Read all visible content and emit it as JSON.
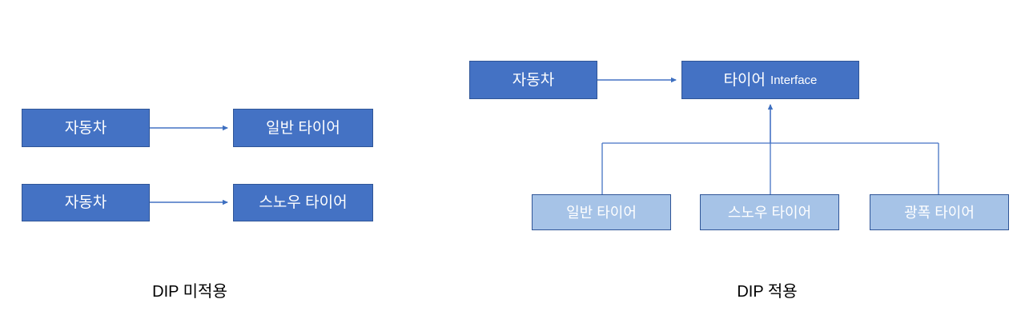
{
  "diagram": {
    "title": "DIP comparison diagram",
    "colors": {
      "box_dark_fill": "#4472C4",
      "box_light_fill": "#A6C3E7",
      "box_border": "#2F5597",
      "connector": "#4472C4",
      "caption_text": "#000000",
      "box_text": "#FFFFFF",
      "background": "#FFFFFF"
    },
    "left_panel": {
      "caption": "DIP 미적용",
      "rows": [
        {
          "source": "자동차",
          "target": "일반 타이어",
          "relation": "arrow"
        },
        {
          "source": "자동차",
          "target": "스노우 타이어",
          "relation": "arrow"
        }
      ]
    },
    "right_panel": {
      "caption": "DIP 적용",
      "client": "자동차",
      "interface": {
        "name": "타이어",
        "stereotype": "Interface"
      },
      "implementations": [
        "일반 타이어",
        "스노우 타이어",
        "광폭 타이어"
      ],
      "relations": [
        {
          "from": "자동차",
          "to": "타이어 Interface",
          "type": "dependency-arrow"
        },
        {
          "from": "일반 타이어",
          "to": "타이어 Interface",
          "type": "realization-bus"
        },
        {
          "from": "스노우 타이어",
          "to": "타이어 Interface",
          "type": "realization-bus"
        },
        {
          "from": "광폭 타이어",
          "to": "타이어 Interface",
          "type": "realization-bus"
        }
      ]
    }
  }
}
